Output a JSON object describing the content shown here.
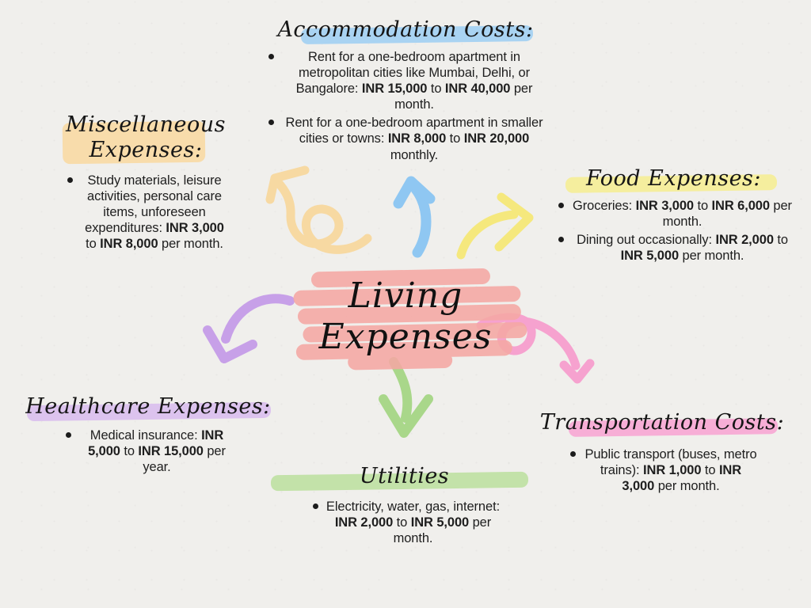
{
  "background": "#f0efec",
  "center": {
    "line1": "Living",
    "line2": "Expenses",
    "scribble_color": "#f5a8a4"
  },
  "sections": {
    "accommodation": {
      "title": "Accommodation Costs:",
      "highlight": "#a9d3f2",
      "arrow_color": "#8fc7f2",
      "bullets": [
        {
          "segments": [
            {
              "text": "Rent for a one-bedroom apartment in metropolitan cities like Mumbai, Delhi, or Bangalore: "
            },
            {
              "text": "INR 15,000",
              "bold": true
            },
            {
              "text": " to "
            },
            {
              "text": "INR 40,000",
              "bold": true
            },
            {
              "text": " per month."
            }
          ]
        },
        {
          "segments": [
            {
              "text": "Rent for a one-bedroom apartment in smaller cities or towns: "
            },
            {
              "text": "INR 8,000",
              "bold": true
            },
            {
              "text": " to "
            },
            {
              "text": "INR 20,000",
              "bold": true
            },
            {
              "text": " monthly."
            }
          ]
        }
      ]
    },
    "miscellaneous": {
      "title": "Miscellaneous Expenses:",
      "highlight": "#f8dcab",
      "arrow_color": "#f7d9a2",
      "bullets": [
        {
          "segments": [
            {
              "text": "Study materials, leisure activities, personal care items, unforeseen expenditures: "
            },
            {
              "text": "INR 3,000",
              "bold": true
            },
            {
              "text": " to "
            },
            {
              "text": "INR 8,000",
              "bold": true
            },
            {
              "text": " per month."
            }
          ]
        }
      ]
    },
    "food": {
      "title": "Food Expenses:",
      "highlight": "#f5ee9e",
      "arrow_color": "#f5e87d",
      "bullets": [
        {
          "segments": [
            {
              "text": "Groceries: "
            },
            {
              "text": "INR 3,000",
              "bold": true
            },
            {
              "text": " to "
            },
            {
              "text": "INR 6,000",
              "bold": true
            },
            {
              "text": " per month."
            }
          ]
        },
        {
          "segments": [
            {
              "text": "Dining out occasionally: "
            },
            {
              "text": "INR 2,000",
              "bold": true
            },
            {
              "text": " to "
            },
            {
              "text": "INR 5,000",
              "bold": true
            },
            {
              "text": " per month."
            }
          ]
        }
      ]
    },
    "healthcare": {
      "title": "Healthcare Expenses:",
      "highlight": "#dcc3ee",
      "arrow_color": "#c7a0e8",
      "bullets": [
        {
          "segments": [
            {
              "text": "Medical insurance: "
            },
            {
              "text": "INR 5,000",
              "bold": true
            },
            {
              "text": " to "
            },
            {
              "text": "INR 15,000",
              "bold": true
            },
            {
              "text": " per year."
            }
          ]
        }
      ]
    },
    "utilities": {
      "title": "Utilities",
      "highlight": "#c3e2a9",
      "arrow_color": "#a9d78a",
      "bullets": [
        {
          "segments": [
            {
              "text": "Electricity, water, gas, internet: "
            },
            {
              "text": "INR 2,000",
              "bold": true
            },
            {
              "text": " to "
            },
            {
              "text": "INR 5,000",
              "bold": true
            },
            {
              "text": " per month."
            }
          ]
        }
      ]
    },
    "transportation": {
      "title": "Transportation Costs:",
      "highlight": "#f7aed6",
      "arrow_color": "#f6a2cf",
      "bullets": [
        {
          "segments": [
            {
              "text": "Public transport (buses, metro trains): "
            },
            {
              "text": "INR 1,000",
              "bold": true
            },
            {
              "text": " to "
            },
            {
              "text": "INR 3,000",
              "bold": true
            },
            {
              "text": " per month."
            }
          ]
        }
      ]
    }
  }
}
